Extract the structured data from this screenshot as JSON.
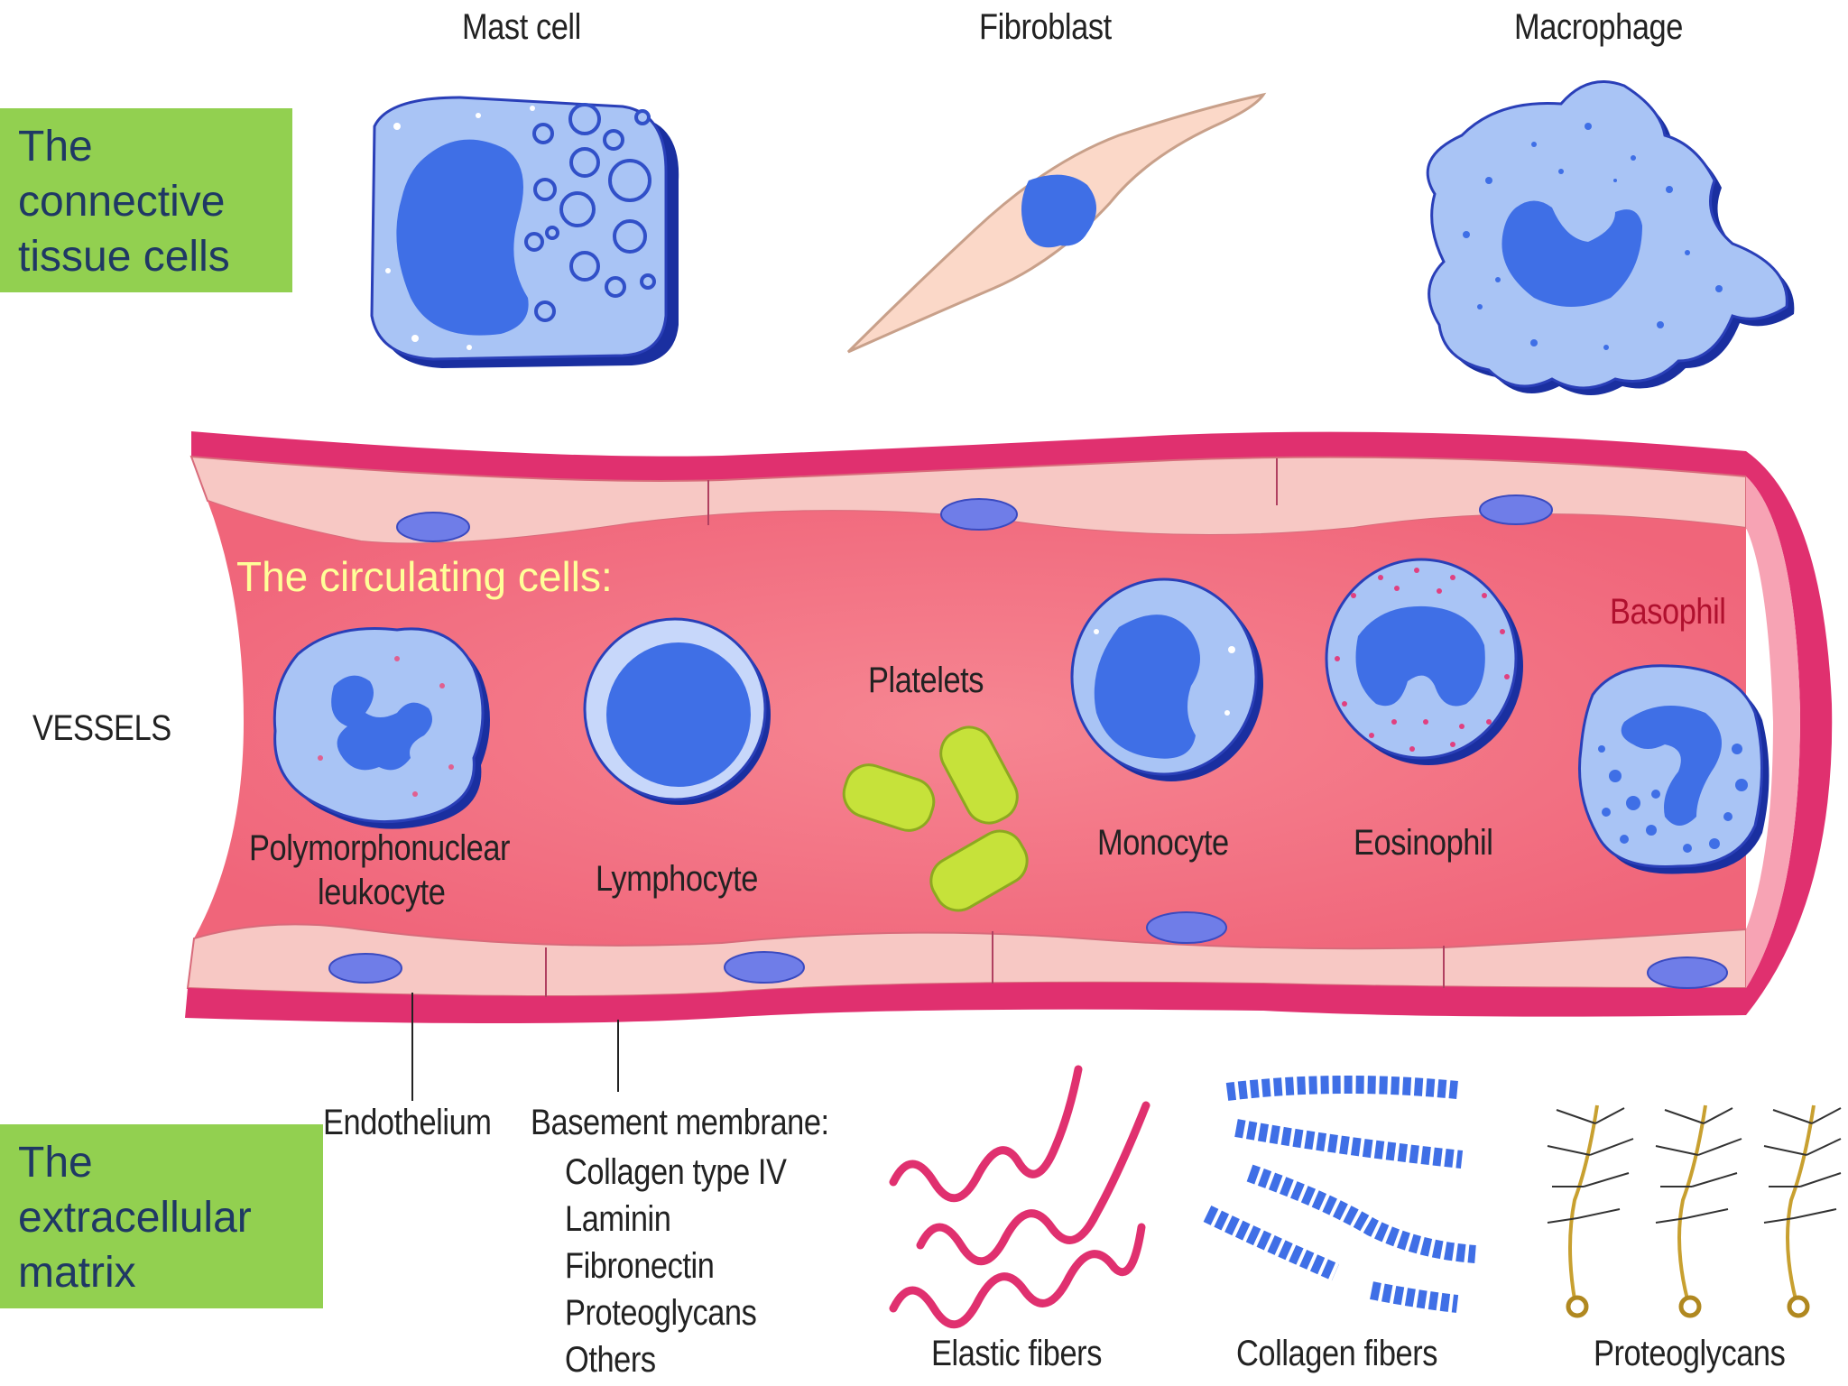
{
  "boxes": {
    "connective": [
      "The",
      "connective",
      "tissue cells"
    ],
    "matrix": [
      "The",
      "extracellular",
      "matrix"
    ]
  },
  "circulating_label": "The circulating cells:",
  "top_cells": {
    "mast": "Mast cell",
    "fibroblast": "Fibroblast",
    "macrophage": "Macrophage"
  },
  "vessels_label": "VESSELS",
  "blood_cells": {
    "pmn_line1": "Polymorphonuclear",
    "pmn_line2": "leukocyte",
    "lymphocyte": "Lymphocyte",
    "platelets": "Platelets",
    "monocyte": "Monocyte",
    "eosinophil": "Eosinophil",
    "basophil": "Basophil"
  },
  "matrix_labels": {
    "endothelium": "Endothelium",
    "basement_title": "Basement membrane:",
    "basement_items": [
      "Collagen type IV",
      "Laminin",
      "Fibronectin",
      "Proteoglycans",
      "Others"
    ],
    "elastic": "Elastic fibers",
    "collagen": "Collagen fibers",
    "proteoglycans": "Proteoglycans"
  },
  "colors": {
    "box_green": "#92d050",
    "box_text": "#1f3864",
    "circulating_text": "#ffff99",
    "vessel_wall": "#e0306f",
    "vessel_lumen": "#f47a86",
    "endothelium": "#f7c8c4",
    "cell_blue": "#a9c4f5",
    "nucleus_blue": "#3f6fe6",
    "platelet_green": "#c6e23a"
  }
}
